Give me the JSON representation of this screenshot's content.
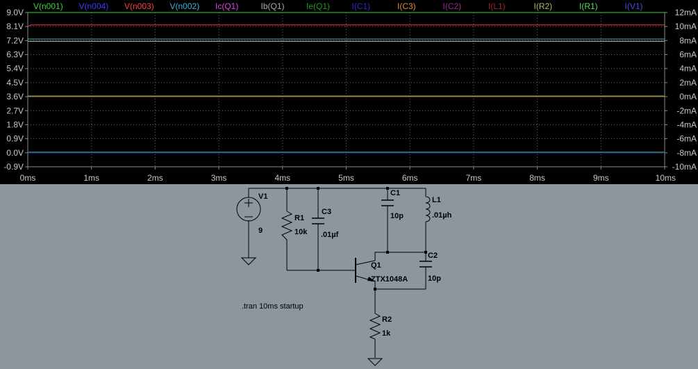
{
  "chart_data": {
    "type": "line",
    "series": [
      {
        "name": "V(n001)",
        "color": "#39d33b",
        "axis": "left",
        "x": [
          0,
          10
        ],
        "y": [
          9.0,
          9.0
        ]
      },
      {
        "name": "V(n004)",
        "color": "#3c3cff",
        "axis": "left",
        "x": [
          0,
          10
        ],
        "y": [
          0.0,
          0.0
        ]
      },
      {
        "name": "V(n003)",
        "color": "#ff3c3c",
        "axis": "left",
        "x": [
          0,
          0.05,
          10
        ],
        "y": [
          8.1,
          8.2,
          8.2
        ]
      },
      {
        "name": "V(n002)",
        "color": "#39b4d8",
        "axis": "left",
        "x": [
          0,
          10
        ],
        "y": [
          7.3,
          7.3
        ]
      },
      {
        "name": "Ic(Q1)",
        "color": "#e040e0",
        "axis": "right",
        "x": [
          0,
          10
        ],
        "y": [
          7.9,
          7.9
        ]
      },
      {
        "name": "Ib(Q1)",
        "color": "#a8a8a8",
        "axis": "right",
        "x": [
          0,
          10
        ],
        "y": [
          0.0,
          0.0
        ]
      },
      {
        "name": "Ie(Q1)",
        "color": "#1e9b1e",
        "axis": "right",
        "x": [
          0,
          10
        ],
        "y": [
          -7.9,
          -7.9
        ]
      },
      {
        "name": "I(C1)",
        "color": "#2b2bd8",
        "axis": "right",
        "x": [
          0,
          10
        ],
        "y": [
          0.0,
          0.0
        ]
      },
      {
        "name": "I(C3)",
        "color": "#e08a2a",
        "axis": "right",
        "x": [
          0,
          10
        ],
        "y": [
          0.0,
          0.0
        ]
      },
      {
        "name": "I(C2)",
        "color": "#9a2a9a",
        "axis": "right",
        "x": [
          0,
          10
        ],
        "y": [
          0.0,
          0.0
        ]
      },
      {
        "name": "I(L1)",
        "color": "#a82020",
        "axis": "right",
        "x": [
          0,
          10
        ],
        "y": [
          0.0,
          0.0
        ]
      },
      {
        "name": "I(R2)",
        "color": "#b4b46e",
        "axis": "right",
        "x": [
          0,
          10
        ],
        "y": [
          7.9,
          7.9
        ]
      },
      {
        "name": "I(R1)",
        "color": "#5ad85a",
        "axis": "right",
        "x": [
          0,
          10
        ],
        "y": [
          0.1,
          0.1
        ]
      },
      {
        "name": "I(V1)",
        "color": "#4a4ae8",
        "axis": "right",
        "x": [
          0,
          10
        ],
        "y": [
          -8.0,
          -8.0
        ]
      }
    ],
    "xlim": [
      0,
      10
    ],
    "ylim_left": [
      -0.9,
      9.0
    ],
    "ylim_right": [
      -10,
      12
    ],
    "xticks": [
      "0ms",
      "1ms",
      "2ms",
      "3ms",
      "4ms",
      "5ms",
      "6ms",
      "7ms",
      "8ms",
      "9ms",
      "10ms"
    ],
    "yticks_left": [
      "9.0V",
      "8.1V",
      "7.2V",
      "6.3V",
      "5.4V",
      "4.5V",
      "3.6V",
      "2.7V",
      "1.8V",
      "0.9V",
      "0.0V",
      "-0.9V"
    ],
    "yticks_right": [
      "12mA",
      "10mA",
      "8mA",
      "6mA",
      "4mA",
      "2mA",
      "0mA",
      "-2mA",
      "-4mA",
      "-6mA",
      "-8mA",
      "-10mA"
    ],
    "grid": true
  },
  "schematic": {
    "v1_name": "V1",
    "v1_value": "9",
    "r1_name": "R1",
    "r1_value": "10k",
    "c3_name": "C3",
    "c3_value": ".01µf",
    "c1_name": "C1",
    "c1_value": "10p",
    "l1_name": "L1",
    "l1_value": ".01µh",
    "c2_name": "C2",
    "c2_value": "10p",
    "q1_name": "Q1",
    "q1_model": "ZTX1048A",
    "r2_name": "R2",
    "r2_value": "1k",
    "directive": ".tran 10ms startup"
  }
}
